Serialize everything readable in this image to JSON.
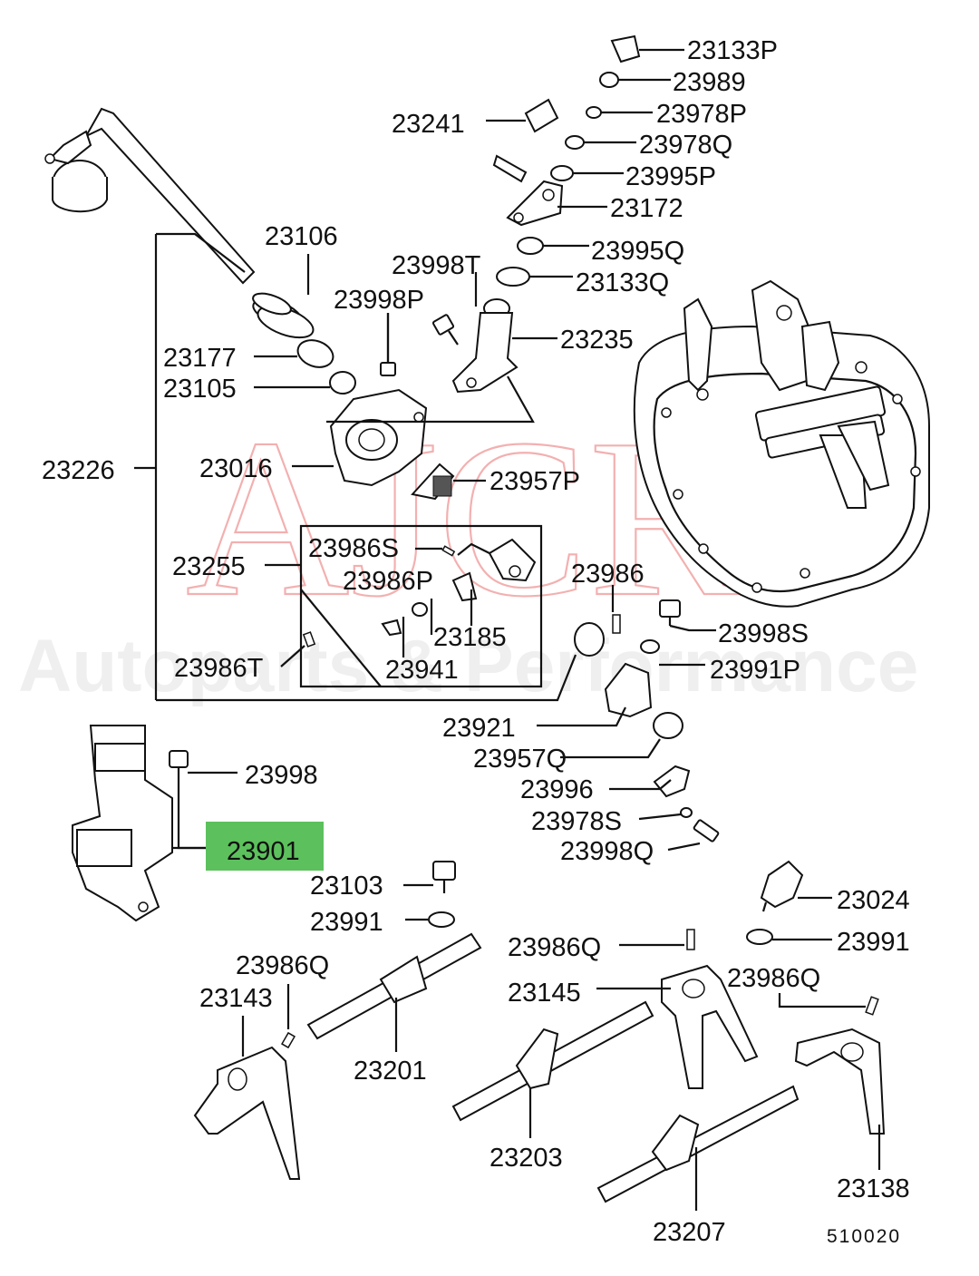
{
  "watermark": {
    "logo_text": "AJCR",
    "subtitle": "Autoparts & Performance"
  },
  "diagram_code": "510020",
  "highlight_color": "#5cc15c",
  "labels": {
    "p23133P": "23133P",
    "p23989": "23989",
    "p23978P": "23978P",
    "p23241": "23241",
    "p23978Q": "23978Q",
    "p23995P": "23995P",
    "p23172": "23172",
    "p23106": "23106",
    "p23995Q": "23995Q",
    "p23998T": "23998T",
    "p23133Q": "23133Q",
    "p23998P": "23998P",
    "p23235": "23235",
    "p23177": "23177",
    "p23105": "23105",
    "p23226": "23226",
    "p23016": "23016",
    "p23957P": "23957P",
    "p23986S": "23986S",
    "p23255": "23255",
    "p23986P": "23986P",
    "p23986": "23986",
    "p23185": "23185",
    "p23998S": "23998S",
    "p23986T": "23986T",
    "p23941": "23941",
    "p23991P": "23991P",
    "p23921": "23921",
    "p23957Q": "23957Q",
    "p23998": "23998",
    "p23996": "23996",
    "p23978S": "23978S",
    "p23901": "23901",
    "p23998Q": "23998Q",
    "p23103": "23103",
    "p23024": "23024",
    "p23991a": "23991",
    "p23991b": "23991",
    "p23986Qa": "23986Q",
    "p23986Qb": "23986Q",
    "p23986Qc": "23986Q",
    "p23143": "23143",
    "p23145": "23145",
    "p23201": "23201",
    "p23203": "23203",
    "p23207": "23207",
    "p23138": "23138"
  }
}
